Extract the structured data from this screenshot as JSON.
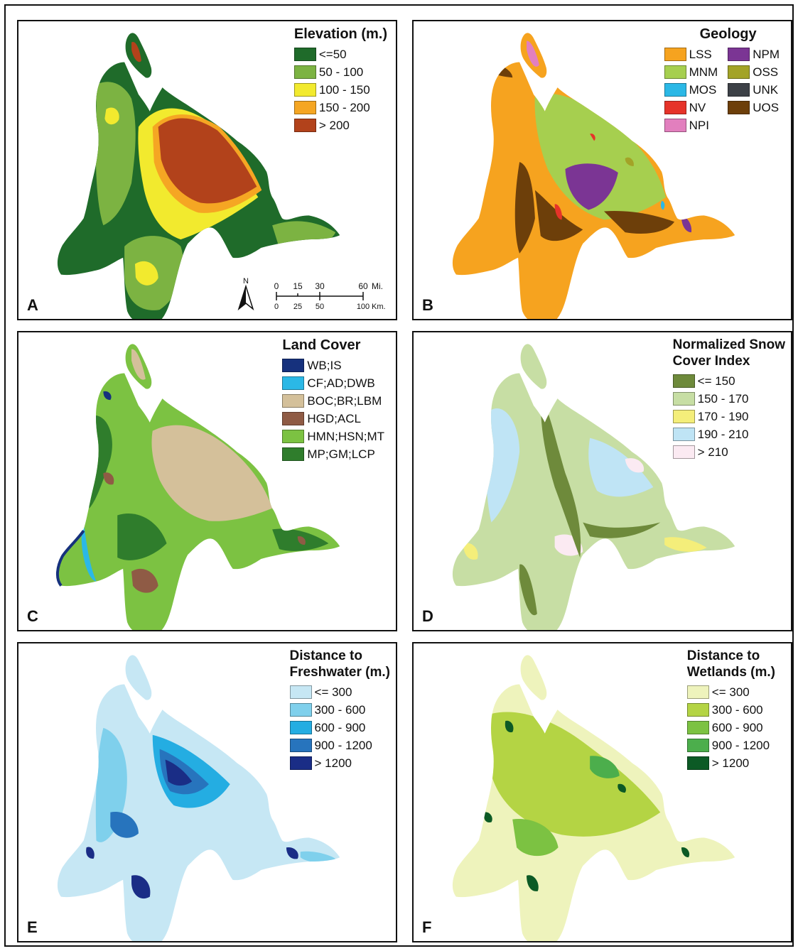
{
  "panels": {
    "a": {
      "letter": "A",
      "legend_title": "Elevation (m.)",
      "items": [
        {
          "label": "<=50",
          "color": "#1f6b2a"
        },
        {
          "label": "50 - 100",
          "color": "#7cb342"
        },
        {
          "label": "100 - 150",
          "color": "#f2ea2e"
        },
        {
          "label": "150 - 200",
          "color": "#f5a623"
        },
        {
          "label": "> 200",
          "color": "#b2421b"
        }
      ],
      "north_label": "N",
      "scale": {
        "mi_ticks": [
          "0",
          "15",
          "30",
          "60"
        ],
        "mi_unit": "Mi.",
        "km_ticks": [
          "0",
          "25",
          "50",
          "100"
        ],
        "km_unit": "Km."
      }
    },
    "b": {
      "letter": "B",
      "legend_title": "Geology",
      "col1": [
        {
          "label": "LSS",
          "color": "#f6a31f"
        },
        {
          "label": "MNM",
          "color": "#a6cf4f"
        },
        {
          "label": "MOS",
          "color": "#2bb8e6"
        },
        {
          "label": "NV",
          "color": "#e63329"
        },
        {
          "label": "NPI",
          "color": "#e27fbe"
        }
      ],
      "col2": [
        {
          "label": "NPM",
          "color": "#7b3594"
        },
        {
          "label": "OSS",
          "color": "#a3a327"
        },
        {
          "label": "UNK",
          "color": "#3d4147"
        },
        {
          "label": "UOS",
          "color": "#6d3f0a"
        }
      ]
    },
    "c": {
      "letter": "C",
      "legend_title": "Land Cover",
      "items": [
        {
          "label": "WB;IS",
          "color": "#16317d"
        },
        {
          "label": "CF;AD;DWB",
          "color": "#2bb8e6"
        },
        {
          "label": "BOC;BR;LBM",
          "color": "#d4c09a"
        },
        {
          "label": "HGD;ACL",
          "color": "#8f5b45"
        },
        {
          "label": "HMN;HSN;MT",
          "color": "#7cc242"
        },
        {
          "label": "MP;GM;LCP",
          "color": "#2f7d2c"
        }
      ]
    },
    "d": {
      "letter": "D",
      "legend_title_1": "Normalized Snow",
      "legend_title_2": "Cover Index",
      "items": [
        {
          "label": "<= 150",
          "color": "#6e8a3b"
        },
        {
          "label": "150 - 170",
          "color": "#c7dea4"
        },
        {
          "label": "170 - 190",
          "color": "#f4ee7a"
        },
        {
          "label": "190 - 210",
          "color": "#bfe4f5"
        },
        {
          "label": "> 210",
          "color": "#fbeaf2"
        }
      ]
    },
    "e": {
      "letter": "E",
      "legend_title_1": "Distance to",
      "legend_title_2": "Freshwater (m.)",
      "items": [
        {
          "label": "<= 300",
          "color": "#c6e7f4"
        },
        {
          "label": "300 - 600",
          "color": "#7fd0ec"
        },
        {
          "label": "600 - 900",
          "color": "#24ade2"
        },
        {
          "label": "900 - 1200",
          "color": "#2774bd"
        },
        {
          "label": "> 1200",
          "color": "#1a2d86"
        }
      ]
    },
    "f": {
      "letter": "F",
      "legend_title_1": "Distance to",
      "legend_title_2": "Wetlands (m.)",
      "items": [
        {
          "label": "<= 300",
          "color": "#eef3bc"
        },
        {
          "label": "300 - 600",
          "color": "#b4d444"
        },
        {
          "label": "600 - 900",
          "color": "#7cc242"
        },
        {
          "label": "900 - 1200",
          "color": "#4cae4c"
        },
        {
          "label": "> 1200",
          "color": "#0c5a25"
        }
      ]
    }
  }
}
